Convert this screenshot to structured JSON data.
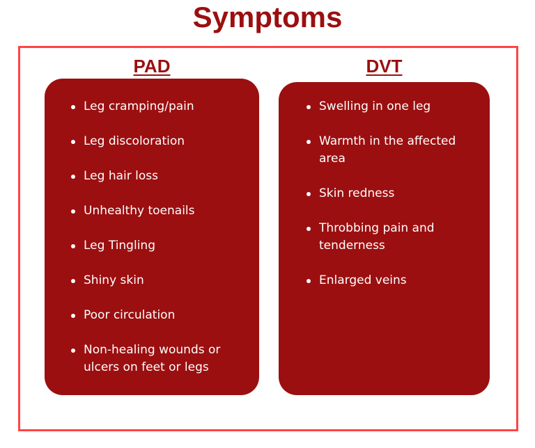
{
  "title": "Symptoms",
  "colors": {
    "accent": "#9b0f10",
    "frame_border": "#ff4444",
    "text_on_panel": "#ffffff",
    "background": "#ffffff"
  },
  "columns": [
    {
      "heading": "PAD",
      "items": [
        "Leg cramping/pain",
        "Leg discoloration",
        "Leg hair loss",
        "Unhealthy toenails",
        "Leg Tingling",
        "Shiny skin",
        "Poor circulation",
        "Non-healing wounds or ulcers on feet or legs"
      ]
    },
    {
      "heading": "DVT",
      "items": [
        "Swelling in one leg",
        "Warmth in the affected area",
        "Skin redness",
        "Throbbing pain and tenderness",
        "Enlarged veins"
      ]
    }
  ]
}
